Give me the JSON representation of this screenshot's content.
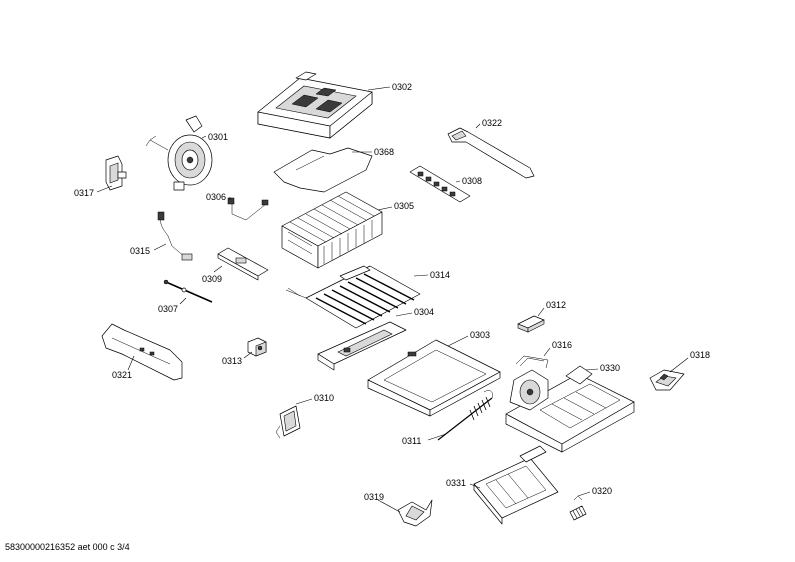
{
  "parts": [
    {
      "id": "p0302",
      "label": "0302",
      "icon": "drawer-lid"
    },
    {
      "id": "p0301",
      "label": "0301",
      "icon": "fan-housing"
    },
    {
      "id": "p0317",
      "label": "0317",
      "icon": "bracket"
    },
    {
      "id": "p0368",
      "label": "0368",
      "icon": "insulation-sheet"
    },
    {
      "id": "p0322",
      "label": "0322",
      "icon": "rail"
    },
    {
      "id": "p0306",
      "label": "0306",
      "icon": "sensor-clip"
    },
    {
      "id": "p0308",
      "label": "0308",
      "icon": "heater-strip"
    },
    {
      "id": "p0305",
      "label": "0305",
      "icon": "evaporator"
    },
    {
      "id": "p0315",
      "label": "0315",
      "icon": "temperature-sensor"
    },
    {
      "id": "p0309",
      "label": "0309",
      "icon": "holder"
    },
    {
      "id": "p0314",
      "label": "0314",
      "icon": "defrost-heater"
    },
    {
      "id": "p0307",
      "label": "0307",
      "icon": "rod"
    },
    {
      "id": "p0304",
      "label": "0304",
      "icon": "tray-cover"
    },
    {
      "id": "p0312",
      "label": "0312",
      "icon": "block"
    },
    {
      "id": "p0303",
      "label": "0303",
      "icon": "drip-tray"
    },
    {
      "id": "p0316",
      "label": "0316",
      "icon": "clip"
    },
    {
      "id": "p0313",
      "label": "0313",
      "icon": "plug"
    },
    {
      "id": "p0330",
      "label": "0330",
      "icon": "fan-tray"
    },
    {
      "id": "p0318",
      "label": "0318",
      "icon": "end-cap"
    },
    {
      "id": "p0321",
      "label": "0321",
      "icon": "duct"
    },
    {
      "id": "p0310",
      "label": "0310",
      "icon": "mount-plate"
    },
    {
      "id": "p0311",
      "label": "0311",
      "icon": "heating-wire"
    },
    {
      "id": "p0331",
      "label": "0331",
      "icon": "drawer-rail-frame"
    },
    {
      "id": "p0319",
      "label": "0319",
      "icon": "corner-piece"
    },
    {
      "id": "p0320",
      "label": "0320",
      "icon": "spring-clip"
    }
  ],
  "footer": "58300000216352 aet 000 c 3/4"
}
